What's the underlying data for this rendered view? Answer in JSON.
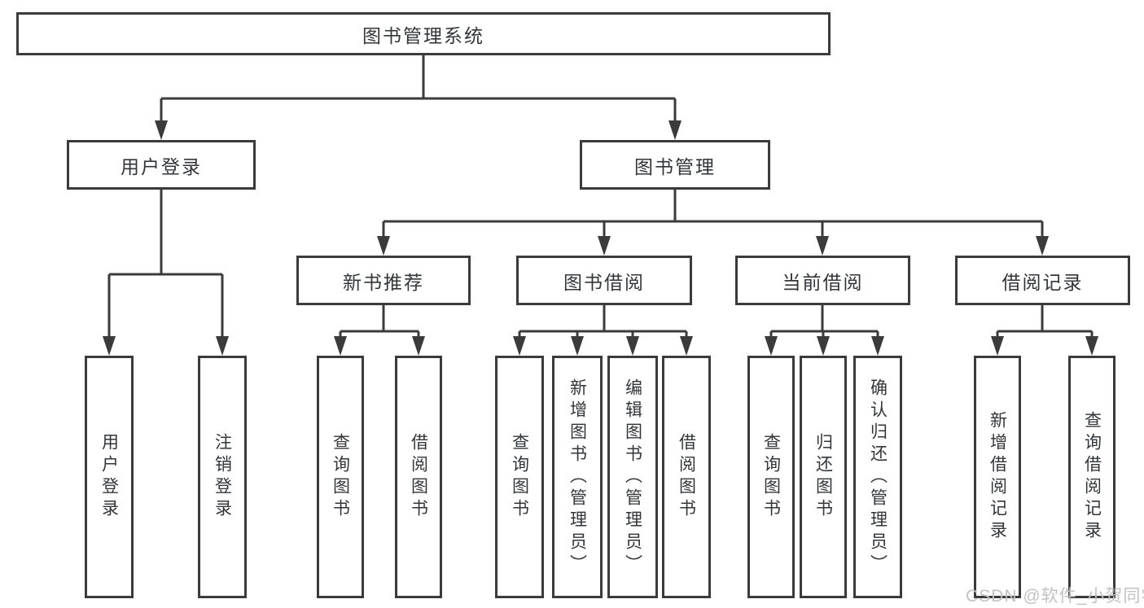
{
  "colors": {
    "line": "#3b3b3b",
    "text": "#333639",
    "background": "#ffffff",
    "watermark": "#c2c2c2"
  },
  "watermark": {
    "text": "CSDN @软件_小贺同学"
  },
  "nodes": {
    "root": "图书管理系统",
    "user_login": "用户登录",
    "book_mgmt": "图书管理",
    "new_book_rec": "新书推荐",
    "book_borrow": "图书借阅",
    "current_borrow": "当前借阅",
    "borrow_records": "借阅记录",
    "leaf_user_login": "用户登录",
    "leaf_logout": "注销登录",
    "leaf_nb_query": "查询图书",
    "leaf_nb_borrow": "借阅图书",
    "leaf_bb_query": "查询图书",
    "leaf_bb_add": "新增图书（管理员）",
    "leaf_bb_edit": "编辑图书（管理员）",
    "leaf_bb_borrow": "借阅图书",
    "leaf_cb_query": "查询图书",
    "leaf_cb_return": "归还图书",
    "leaf_cb_confirm": "确认归还（管理员）",
    "leaf_br_add": "新增借阅记录",
    "leaf_br_query": "查询借阅记录"
  },
  "hierarchy": {
    "图书管理系统": {
      "用户登录": [
        "用户登录",
        "注销登录"
      ],
      "图书管理": {
        "新书推荐": [
          "查询图书",
          "借阅图书"
        ],
        "图书借阅": [
          "查询图书",
          "新增图书（管理员）",
          "编辑图书（管理员）",
          "借阅图书"
        ],
        "当前借阅": [
          "查询图书",
          "归还图书",
          "确认归还（管理员）"
        ],
        "借阅记录": [
          "新增借阅记录",
          "查询借阅记录"
        ]
      }
    }
  }
}
